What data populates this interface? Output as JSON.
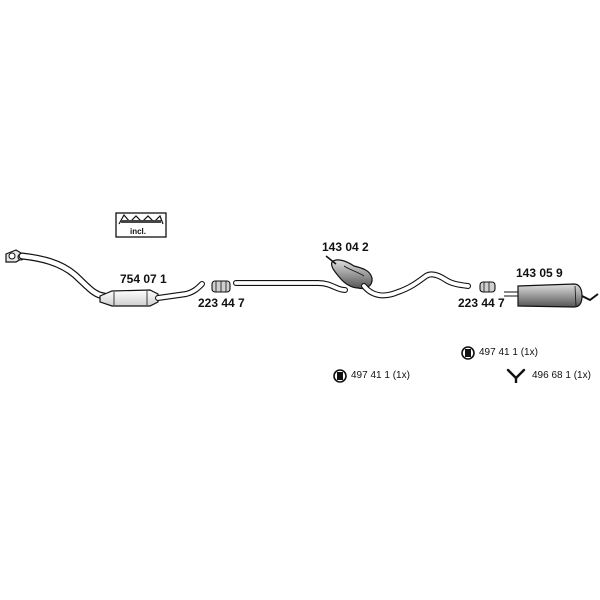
{
  "parts": {
    "catalytic_converter_front_pipe": "754 07 1",
    "clamp_front": "223 44 7",
    "middle_silencer": "143 04 2",
    "clamp_rear": "223 44 7",
    "rear_silencer": "143 05 9"
  },
  "mounts": {
    "rubber_mount_a": "497 41 1 (1x)",
    "rubber_mount_b": "497 41 1 (1x)",
    "hanger_y": "496 68 1 (1x)"
  },
  "gasket_kit": {
    "label": "incl."
  },
  "colors": {
    "line": "#111111",
    "fill_light": "#d9d9d9",
    "fill_dark": "#7a7a7a"
  }
}
